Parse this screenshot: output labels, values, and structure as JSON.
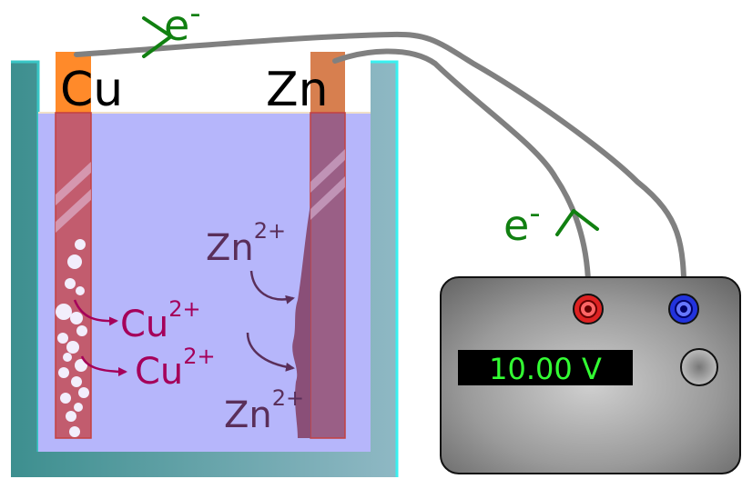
{
  "electrodes": {
    "left_label": "Cu",
    "right_label": "Zn"
  },
  "electron": {
    "symbol": "e",
    "charge": "-"
  },
  "ions": {
    "cu_symbol": "Cu",
    "zn_symbol": "Zn",
    "charge": "2+"
  },
  "meter": {
    "reading": "10.00 V"
  },
  "colors": {
    "copper": "#ff8a2a",
    "zinc": "#d77f4f",
    "solution": "#b6b6fb",
    "beaker": "#4b9a9a",
    "electron_text": "#118011",
    "cu_ion": "#a5005a",
    "zn_ion": "#5a2f5a",
    "display_text": "#33ff33",
    "wire": "#808080"
  },
  "icons": {
    "red_terminal": "terminal-red-icon",
    "blue_terminal": "terminal-blue-icon",
    "knob": "knob-icon"
  }
}
